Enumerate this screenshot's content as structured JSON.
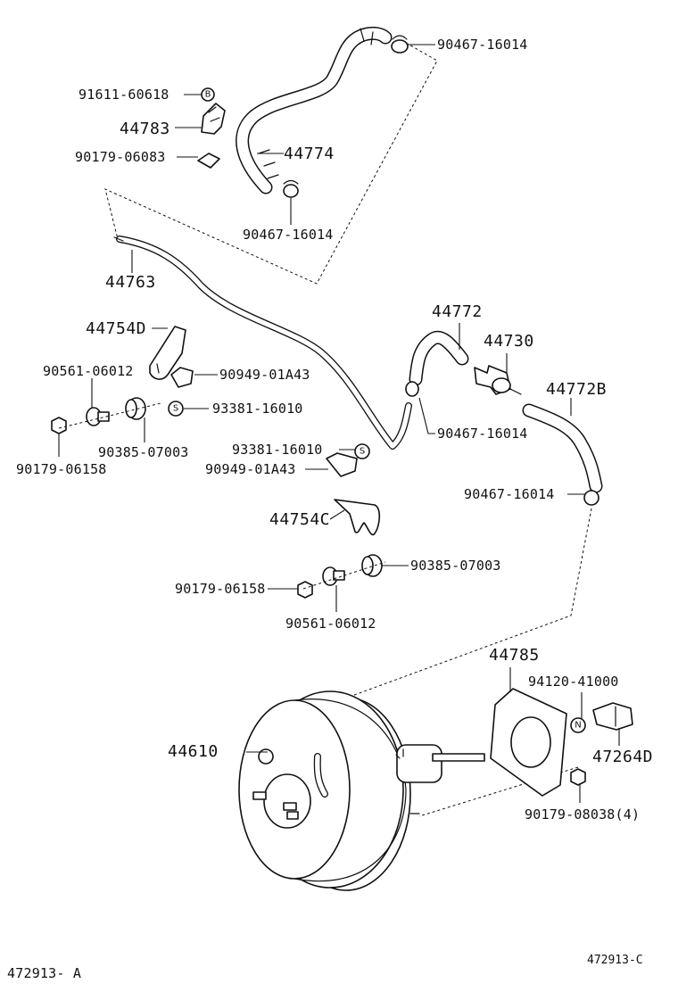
{
  "diagram_code_left": "472913- A",
  "diagram_code_right": "472913-C",
  "symbols": {
    "b": "B",
    "s": "S",
    "n": "N"
  },
  "labels": {
    "p90467_16014_top": "90467-16014",
    "p91611_60618": "91611-60618",
    "p44783": "44783",
    "p90179_06083": "90179-06083",
    "p44774": "44774",
    "p90467_16014_mid": "90467-16014",
    "p44763": "44763",
    "p44772": "44772",
    "p44730": "44730",
    "p44772B": "44772B",
    "p44754D": "44754D",
    "p90561_06012_upper": "90561-06012",
    "p90949_01A43_upper": "90949-01A43",
    "p93381_16010_upper": "93381-16010",
    "p90385_07003_upper": "90385-07003",
    "p90179_06158_upper": "90179-06158",
    "p90467_16014_valve": "90467-16014",
    "p93381_16010_lower": "93381-16010",
    "p90949_01A43_lower": "90949-01A43",
    "p90467_16014_right": "90467-16014",
    "p44754C": "44754C",
    "p90385_07003_lower": "90385-07003",
    "p90179_06158_lower": "90179-06158",
    "p90561_06012_lower": "90561-06012",
    "p44785": "44785",
    "p94120_41000": "94120-41000",
    "p44610": "44610",
    "p47264D": "47264D",
    "p90179_08038": "90179-08038(4)"
  }
}
